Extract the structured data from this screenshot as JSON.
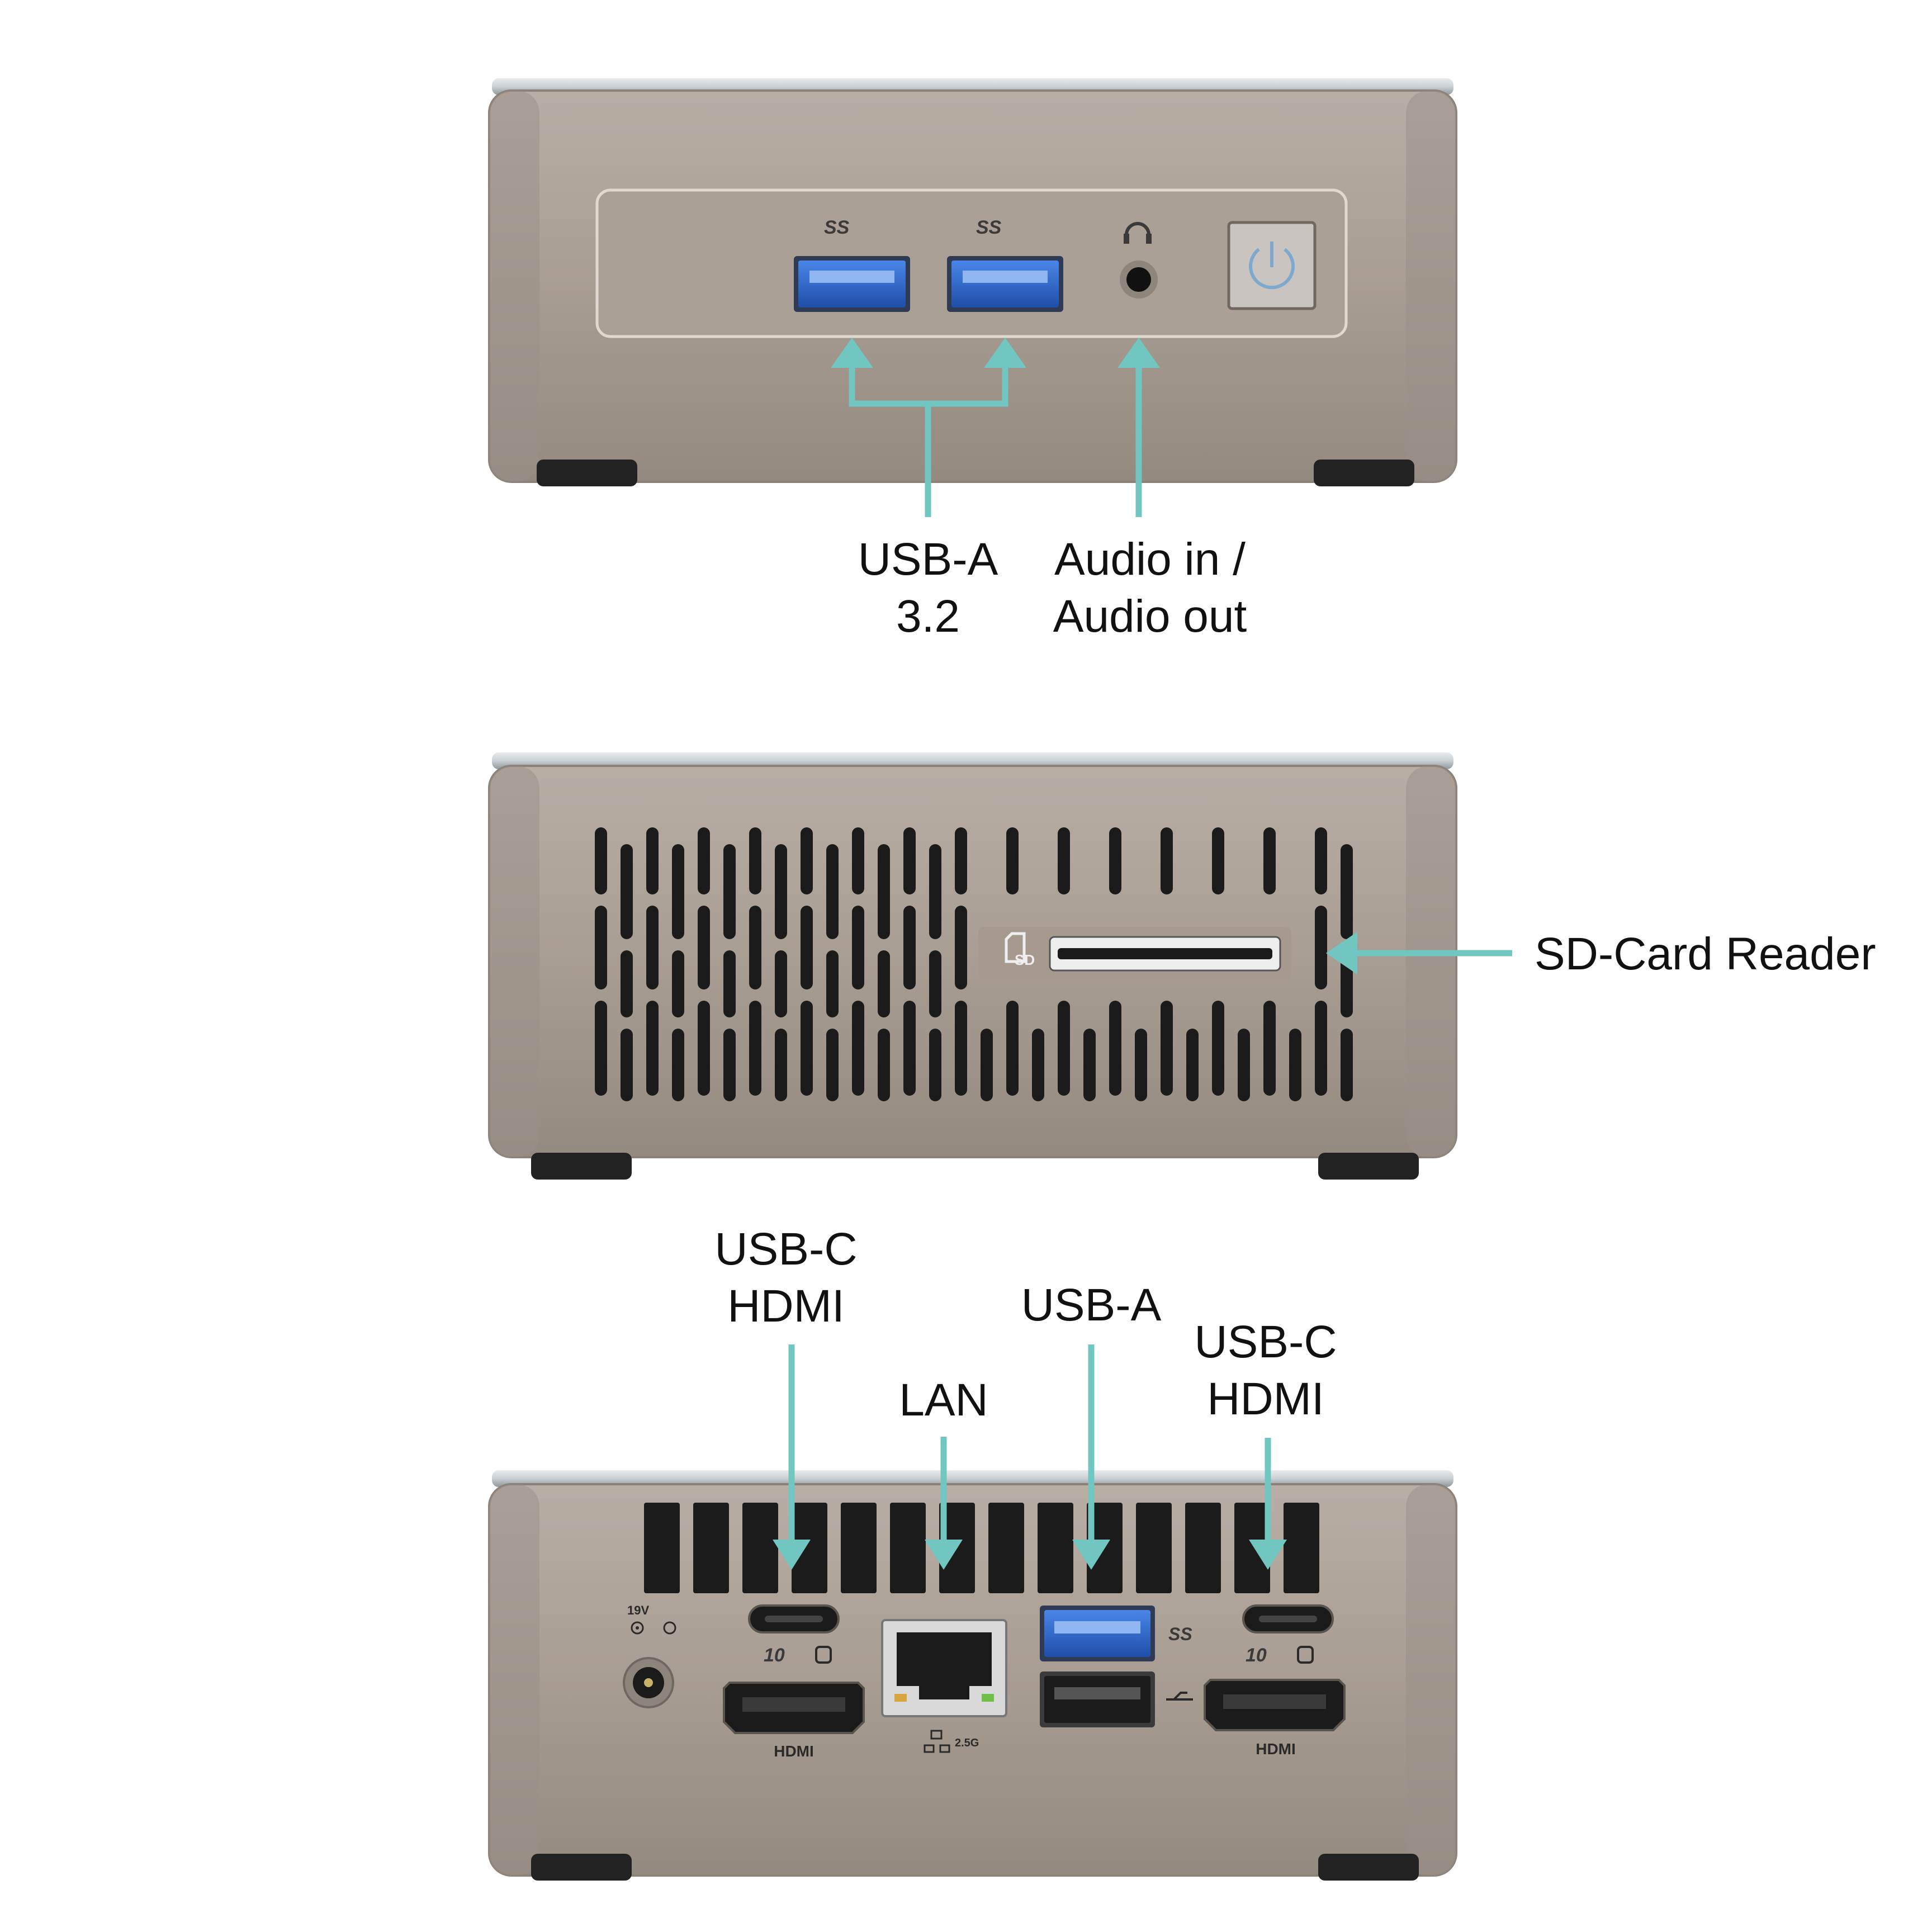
{
  "colors": {
    "accent": "#72c6c1",
    "chassis": "#a69a8f",
    "usb_blue": "#2f6bd1",
    "port_dark": "#1b1b1b"
  },
  "labels": {
    "front_usb": [
      "USB-A",
      "3.2"
    ],
    "front_audio": [
      "Audio in /",
      "Audio out"
    ],
    "side_sd": "SD-Card Reader",
    "rear_usbc_hdmi_left": [
      "USB-C",
      "HDMI"
    ],
    "rear_lan": "LAN",
    "rear_usba": "USB-A",
    "rear_usbc_hdmi_right": [
      "USB-C",
      "HDMI"
    ]
  },
  "markings": {
    "ss10": "SS",
    "ten": "10",
    "sd": "SD",
    "hdmi_left": "HDMI",
    "hdmi_right": "HDMI",
    "lan_speed": "2.5G",
    "dc_voltage": "19V"
  },
  "icons": {
    "power": "power-icon",
    "headphone": "headphone-icon",
    "usb": "usb-icon",
    "network": "network-icon",
    "sd_card": "sd-card-icon",
    "dc": "dc-polarity-icon"
  }
}
